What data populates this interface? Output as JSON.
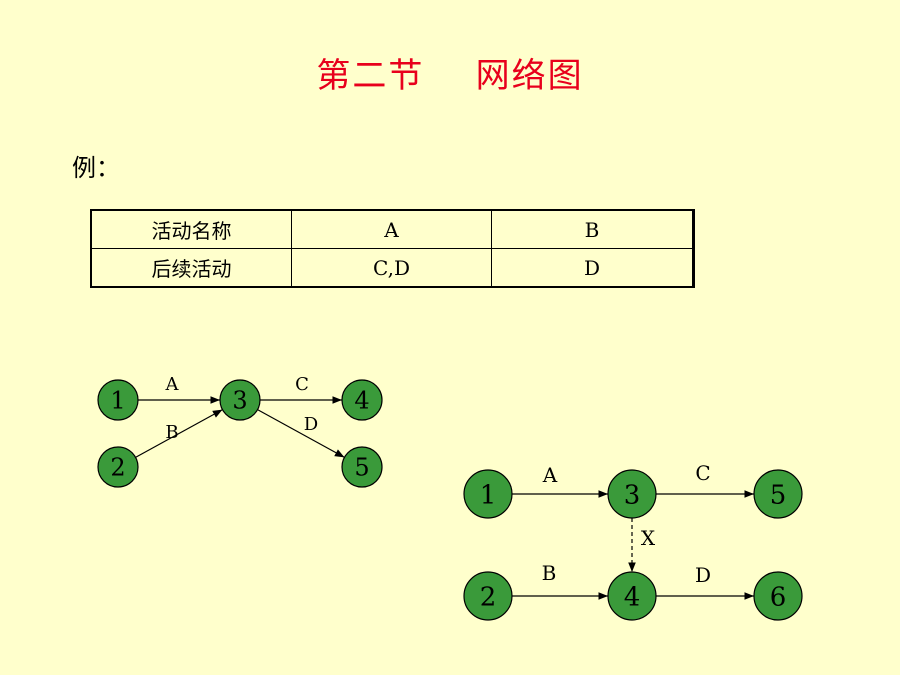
{
  "title": "第二节    网络图",
  "example_label": "例：",
  "table": {
    "rows": [
      [
        "活动名称",
        "A",
        "B"
      ],
      [
        "后续活动",
        "C,D",
        "D"
      ]
    ]
  },
  "node_color": "#3A9A3A",
  "title_color": "#E8001C",
  "diagram_left": {
    "nodes": [
      "1",
      "2",
      "3",
      "4",
      "5"
    ],
    "edges": [
      {
        "from": "1",
        "to": "3",
        "label": "A"
      },
      {
        "from": "2",
        "to": "3",
        "label": "B"
      },
      {
        "from": "3",
        "to": "4",
        "label": "C"
      },
      {
        "from": "3",
        "to": "5",
        "label": "D"
      }
    ]
  },
  "diagram_right": {
    "nodes": [
      "1",
      "2",
      "3",
      "4",
      "5",
      "6"
    ],
    "edges": [
      {
        "from": "1",
        "to": "3",
        "label": "A"
      },
      {
        "from": "3",
        "to": "5",
        "label": "C"
      },
      {
        "from": "3",
        "to": "4",
        "label": "X",
        "dummy": true
      },
      {
        "from": "2",
        "to": "4",
        "label": "B"
      },
      {
        "from": "4",
        "to": "6",
        "label": "D"
      }
    ]
  }
}
